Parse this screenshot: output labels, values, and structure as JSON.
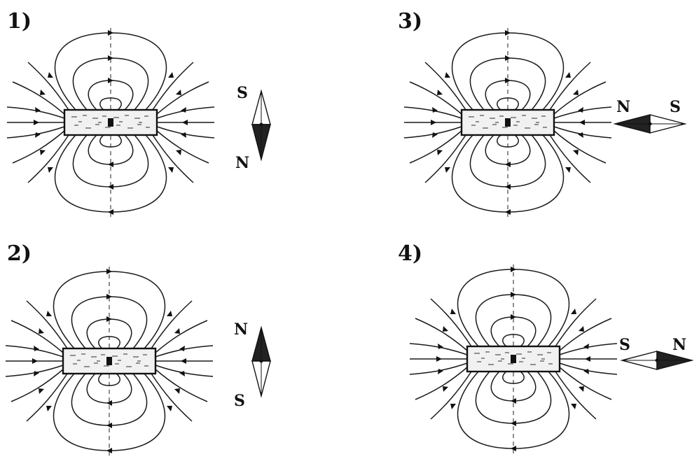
{
  "panels": [
    {
      "id": "1",
      "label": "1)",
      "needle": {
        "orientation": "vertical",
        "first_label": "S",
        "second_label": "N",
        "dark_half": "second"
      }
    },
    {
      "id": "2",
      "label": "2)",
      "needle": {
        "orientation": "vertical",
        "first_label": "N",
        "second_label": "S",
        "dark_half": "first"
      }
    },
    {
      "id": "3",
      "label": "3)",
      "needle": {
        "orientation": "horizontal",
        "first_label": "N",
        "second_label": "S",
        "dark_half": "first"
      }
    },
    {
      "id": "4",
      "label": "4)",
      "needle": {
        "orientation": "horizontal",
        "first_label": "S",
        "second_label": "N",
        "dark_half": "second"
      }
    }
  ],
  "colors": {
    "ink": "#111111",
    "magnet_fill": "#f1f1f1",
    "background": "#ffffff"
  }
}
